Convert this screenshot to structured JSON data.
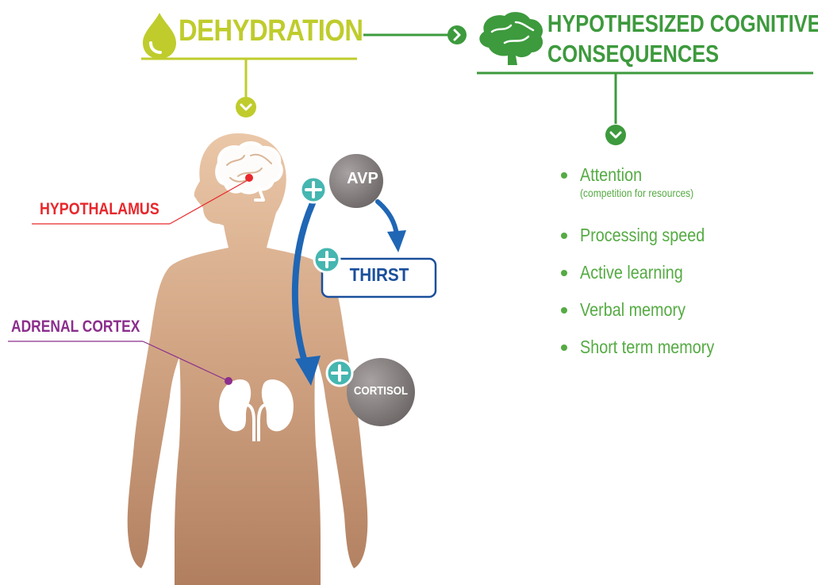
{
  "colors": {
    "dehydration": "#bfcc2c",
    "consequences": "#3d9a3d",
    "consequence_items": "#55ab43",
    "hypothalamus": "#e8272b",
    "adrenal": "#8b2e8c",
    "arrow_blue": "#1f66b5",
    "plus_teal": "#45b6b0",
    "body_skin": "#c89a7c",
    "hormone_grey": "#8a8584",
    "thirst_blue": "#1a4f9c"
  },
  "header": {
    "dehydration_title": "DEHYDRATION",
    "consequences_title_line1": "HYPOTHESIZED COGNITIVE",
    "consequences_title_line2": "CONSEQUENCES"
  },
  "labels": {
    "hypothalamus": "HYPOTHALAMUS",
    "adrenal_cortex": "ADRENAL CORTEX"
  },
  "hormones": {
    "avp": "AVP",
    "thirst": "THIRST",
    "cortisol": "CORTISOL"
  },
  "consequences": [
    {
      "label": "Attention",
      "note": "(competition for resources)"
    },
    {
      "label": "Processing speed"
    },
    {
      "label": "Active learning"
    },
    {
      "label": "Verbal memory"
    },
    {
      "label": "Short term memory"
    }
  ],
  "icons": [
    "water-drop-icon",
    "brain-icon",
    "chevron-right-icon",
    "chevron-down-icon",
    "plus-icon",
    "kidney-icon",
    "human-body-icon"
  ]
}
